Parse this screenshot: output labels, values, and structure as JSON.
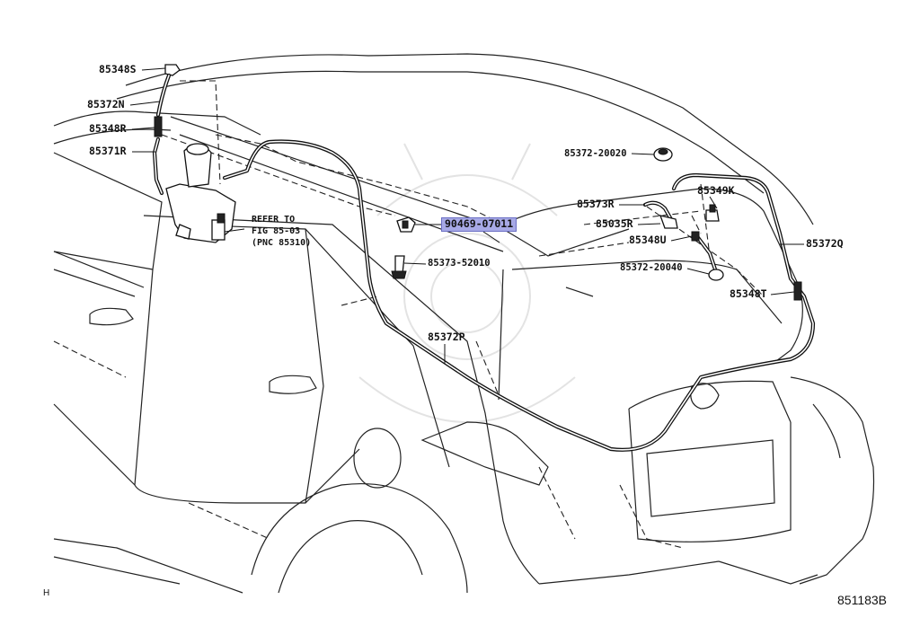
{
  "callouts": {
    "p85348S": "85348S",
    "p85372N": "85372N",
    "p85348R": "85348R",
    "p85371R": "85371R",
    "p90469": "90469-07011",
    "p85373_52010": "85373-52010",
    "p85372P": "85372P",
    "p85372_20020": "85372-20020",
    "p85373R": "85373R",
    "p85349K": "85349K",
    "p85035R": "85035R",
    "p85348U": "85348U",
    "p85372_20040": "85372-20040",
    "p85372Q": "85372Q",
    "p85348T": "85348T"
  },
  "refer": {
    "line1": "REFER TO",
    "line2": "FIG 85-03",
    "line3": "(PNC 85310)"
  },
  "footer": {
    "left_mark": "H",
    "figure_code": "851183B"
  },
  "colors": {
    "highlight": "#a7a9e6",
    "line": "#222222"
  }
}
